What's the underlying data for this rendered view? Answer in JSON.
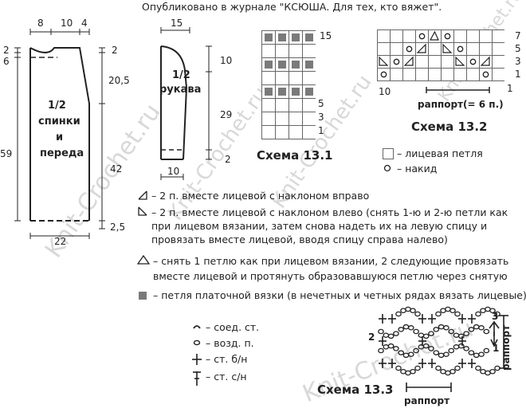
{
  "header": "Опубликовано в журнале \"КСЮША. Для тех, кто вяжет\".",
  "watermark": "Knit-Crochet.ru",
  "pattern_front_back": {
    "label_lines": [
      "1/2",
      "спинки",
      "и",
      "переда"
    ],
    "dims": {
      "top_a": "8",
      "top_b": "10",
      "top_c": "4",
      "left_a": "2",
      "left_b": "6",
      "left_total": "59",
      "right_a": "2",
      "right_b": "20,5",
      "right_c": "42",
      "right_d": "2,5",
      "bottom": "22"
    }
  },
  "pattern_sleeve": {
    "label_lines": [
      "1/2",
      "рукава"
    ],
    "dims": {
      "top": "15",
      "right_a": "10",
      "right_b": "29",
      "right_c": "2",
      "bottom": "10"
    }
  },
  "scheme_13_1": {
    "title": "Схема 13.1",
    "row_labels": [
      "15",
      "5",
      "3",
      "1"
    ]
  },
  "scheme_13_2": {
    "title": "Схема 13.2",
    "row_labels": [
      "7",
      "5",
      "3",
      "1"
    ],
    "left_label": "10",
    "right_label": "1",
    "repeat_label": "раппорт(= 6 п.)"
  },
  "legend_small": [
    {
      "icon": "knit-square-icon",
      "text": "– лицевая петля"
    },
    {
      "icon": "yarn-over-icon",
      "text": "– накид"
    }
  ],
  "legend_main": [
    {
      "icon": "k2tog-right-icon",
      "text": "– 2 п. вместе лицевой с наклоном вправо"
    },
    {
      "icon": "k2tog-left-icon",
      "text": "– 2 п. вместе лицевой с наклоном влево (снять 1-ю и 2-ю петли как\nпри лицевом вязании, затем снова надеть их на левую спицу и\nпровязать вместе лицевой, вводя спицу справа налево)"
    },
    {
      "icon": "sk2p-icon",
      "text": "– снять 1 петлю как при лицевом вязании, 2 следующие провязать\nвместе лицевой и протянуть образовавшуюся петлю через снятую"
    },
    {
      "icon": "garter-square-icon",
      "text": "– петля платочной вязки (в нечетных и четных рядах вязать лицевые)"
    }
  ],
  "crochet_legend": [
    {
      "icon": "slip-stitch-icon",
      "text": "– соед. ст."
    },
    {
      "icon": "chain-icon",
      "text": "– возд. п."
    },
    {
      "icon": "single-crochet-icon",
      "text": "– ст. б/н"
    },
    {
      "icon": "double-crochet-icon",
      "text": "– ст. с/н"
    }
  ],
  "scheme_13_3": {
    "title": "Схема 13.3",
    "row_labels": [
      "3",
      "2",
      "1"
    ],
    "repeat_horizontal": "раппорт",
    "repeat_vertical": "раппорт"
  },
  "colors": {
    "line": "#222222",
    "filled_cell": "#7a7a7a",
    "grid": "#666666",
    "watermark": "#d8d8d8"
  }
}
